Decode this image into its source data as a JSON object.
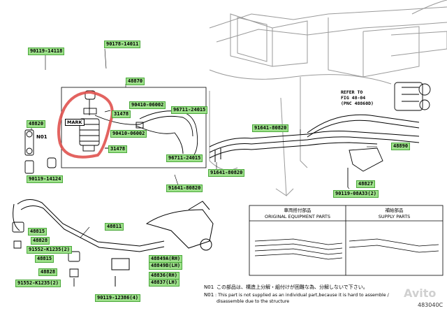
{
  "part_labels": [
    {
      "id": "90119-14118",
      "text": "90119-14118"
    },
    {
      "id": "90178-14011",
      "text": "90178-14011"
    },
    {
      "id": "48870",
      "text": "48870"
    },
    {
      "id": "90410-06002a",
      "text": "90410-06002"
    },
    {
      "id": "96711-24015a",
      "text": "96711-24015"
    },
    {
      "id": "31478a",
      "text": "31478"
    },
    {
      "id": "31478b",
      "text": "31478"
    },
    {
      "id": "90410-06002b",
      "text": "90410-06002"
    },
    {
      "id": "96711-24015b",
      "text": "96711-24015"
    },
    {
      "id": "48820",
      "text": "48820"
    },
    {
      "id": "90119-14124",
      "text": "90119-14124"
    },
    {
      "id": "91641-80820a",
      "text": "91641-80820"
    },
    {
      "id": "91641-80820b",
      "text": "91641-80820"
    },
    {
      "id": "91641-80820c",
      "text": "91641-80820"
    },
    {
      "id": "48890",
      "text": "48890"
    },
    {
      "id": "48827",
      "text": "48827"
    },
    {
      "id": "90119-08A33",
      "text": "90119-08A33(2)"
    },
    {
      "id": "48811",
      "text": "48811"
    },
    {
      "id": "48815a",
      "text": "48815"
    },
    {
      "id": "48828a",
      "text": "48828"
    },
    {
      "id": "91552-K1235a",
      "text": "91552-K1235(2)"
    },
    {
      "id": "48815b",
      "text": "48815"
    },
    {
      "id": "48828b",
      "text": "48828"
    },
    {
      "id": "91552-K1235b",
      "text": "91552-K1235(2)"
    },
    {
      "id": "48849A",
      "text": "48849A(RH)"
    },
    {
      "id": "48849B",
      "text": "48849B(LH)"
    },
    {
      "id": "48836",
      "text": "48836(RH)"
    },
    {
      "id": "48837",
      "text": "48837(LH)"
    },
    {
      "id": "90119-12386",
      "text": "90119-12386(4)"
    }
  ],
  "callouts": {
    "n01": "N01",
    "mark": "MARK"
  },
  "refer_note": "REFER TO\nFIG 48-04\n(PNC 48860D)",
  "legend": {
    "original_jp": "車両搭付部品",
    "original_en": "ORIGINAL EQUIPMENT PARTS",
    "supply_jp": "補給部品",
    "supply_en": "SUPPLY PARTS"
  },
  "footnote": {
    "marker_1": "N01",
    "line_1": "この部品は、構造上分解・組付けが困難な為、分解しないで下さい。",
    "marker_2": "N01",
    "line_2": ": This part is not supplied as an individual part,because it is hard to assemble /",
    "line_3": "disassemble due to the structure"
  },
  "figure_code": "483040C",
  "watermark": "Avito",
  "colors": {
    "label_fill": "#9de08a",
    "label_border": "#4aa83a",
    "highlight_red": "#e0524f",
    "line": "#000000",
    "vehicle_body": "#9a9a9a"
  }
}
